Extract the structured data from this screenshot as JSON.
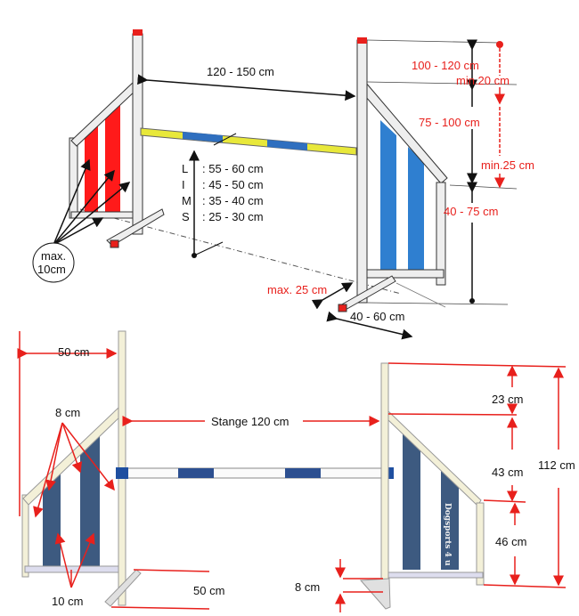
{
  "top": {
    "width_label": "120 - 150 cm",
    "heights": [
      {
        "cls": "L",
        "value": ": 55 - 60 cm"
      },
      {
        "cls": "I",
        "value": ": 45 - 50 cm"
      },
      {
        "cls": "M",
        "value": ": 35 - 40 cm"
      },
      {
        "cls": "S",
        "value": ": 25 - 30 cm"
      }
    ],
    "post_height": "100 - 120 cm",
    "min_top": "min.20 cm",
    "wing_mid": "75 - 100 cm",
    "min_mid": "min.25 cm",
    "wing_low": "40 - 75 cm",
    "max_gap": "max. 25 cm",
    "foot_len": "40 - 60 cm",
    "max_slat_line1": "max.",
    "max_slat_line2": "10cm"
  },
  "bottom": {
    "wing_width": "50 cm",
    "slat_width": "8 cm",
    "pole": "Stange 120 cm",
    "top_gap": "23 cm",
    "slope_height": "43 cm",
    "total_height": "112 cm",
    "wing_height": "46 cm",
    "slat_gap": "10 cm",
    "foot_len": "50 cm",
    "foot_height": "8 cm",
    "brand": "Dogsports 4 u"
  },
  "colors": {
    "red": "#e8201c",
    "blue": "#2f6fbf",
    "yellow": "#e8e83a",
    "panel": "#3d5a80"
  }
}
